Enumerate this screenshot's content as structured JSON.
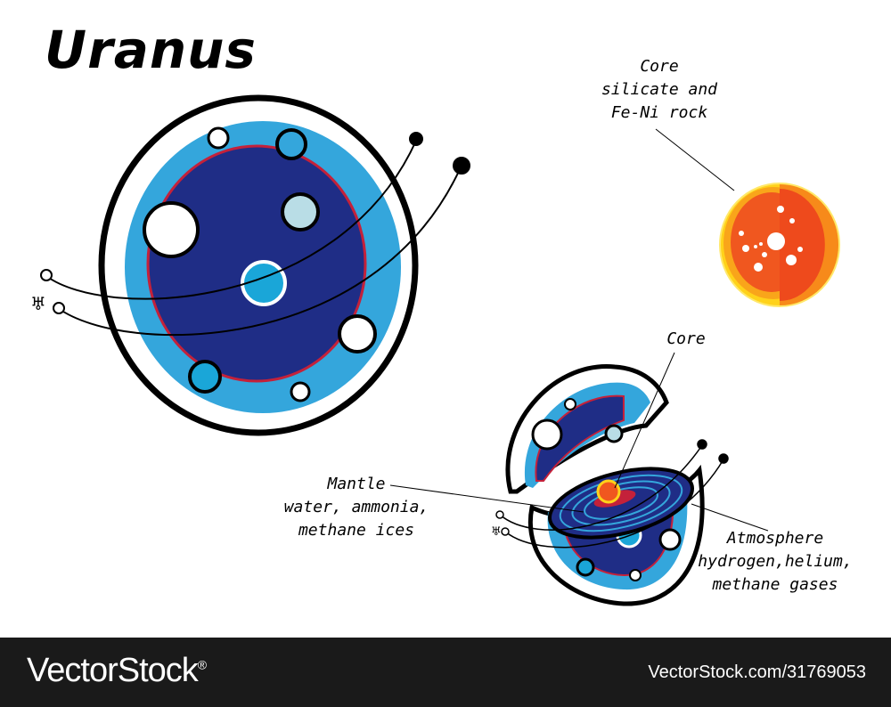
{
  "title": "Uranus",
  "labels": {
    "core_top": [
      "Core",
      "silicate and",
      "Fe-Ni rock"
    ],
    "core_small": "Core",
    "mantle": [
      "Mantle",
      "water, ammonia,",
      "methane ices"
    ],
    "atmosphere": [
      "Atmosphere",
      "hydrogen,helium,",
      "methane gases"
    ]
  },
  "footer": {
    "brand": "VectorStock",
    "registered": "®",
    "image_id": "VectorStock.com/31769053"
  },
  "colors": {
    "outer_blue": "#34a6dc",
    "mantle_navy": "#1f2d86",
    "red_ring": "#c4213a",
    "core_orange": "#f0571f",
    "core_yellow": "#ffd21a",
    "footer_bg": "#1a1a1a"
  },
  "icons": [
    "uranus-symbol-icon"
  ]
}
